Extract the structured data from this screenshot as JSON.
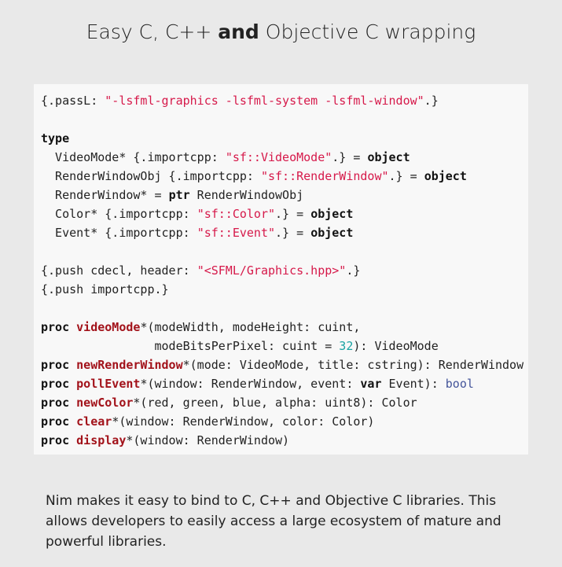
{
  "title": {
    "pre": "Easy C, C++ ",
    "bold": "and",
    "post": " Objective C wrapping"
  },
  "code_lines": [
    [
      [
        "p",
        "{.passL: "
      ],
      [
        "s",
        "\"-lsfml-graphics -lsfml-system -lsfml-window\""
      ],
      [
        "p",
        ".}"
      ]
    ],
    [],
    [
      [
        "k",
        "type"
      ]
    ],
    [
      [
        "p",
        "  VideoMode* {.importcpp: "
      ],
      [
        "s",
        "\"sf::VideoMode\""
      ],
      [
        "p",
        ".} = "
      ],
      [
        "k",
        "object"
      ]
    ],
    [
      [
        "p",
        "  RenderWindowObj {.importcpp: "
      ],
      [
        "s",
        "\"sf::RenderWindow\""
      ],
      [
        "p",
        ".} = "
      ],
      [
        "k",
        "object"
      ]
    ],
    [
      [
        "p",
        "  RenderWindow* = "
      ],
      [
        "k",
        "ptr"
      ],
      [
        "p",
        " RenderWindowObj"
      ]
    ],
    [
      [
        "p",
        "  Color* {.importcpp: "
      ],
      [
        "s",
        "\"sf::Color\""
      ],
      [
        "p",
        ".} = "
      ],
      [
        "k",
        "object"
      ]
    ],
    [
      [
        "p",
        "  Event* {.importcpp: "
      ],
      [
        "s",
        "\"sf::Event\""
      ],
      [
        "p",
        ".} = "
      ],
      [
        "k",
        "object"
      ]
    ],
    [],
    [
      [
        "p",
        "{.push cdecl, header: "
      ],
      [
        "s",
        "\"<SFML/Graphics.hpp>\""
      ],
      [
        "p",
        ".}"
      ]
    ],
    [
      [
        "p",
        "{.push importcpp.}"
      ]
    ],
    [],
    [
      [
        "k",
        "proc"
      ],
      [
        "p",
        " "
      ],
      [
        "f",
        "videoMode"
      ],
      [
        "p",
        "*(modeWidth, modeHeight: cuint,"
      ]
    ],
    [
      [
        "p",
        "                modeBitsPerPixel: cuint = "
      ],
      [
        "n",
        "32"
      ],
      [
        "p",
        "): VideoMode"
      ]
    ],
    [
      [
        "k",
        "proc"
      ],
      [
        "p",
        " "
      ],
      [
        "f",
        "newRenderWindow"
      ],
      [
        "p",
        "*(mode: VideoMode, title: cstring): RenderWindow"
      ]
    ],
    [
      [
        "k",
        "proc"
      ],
      [
        "p",
        " "
      ],
      [
        "f",
        "pollEvent"
      ],
      [
        "p",
        "*(window: RenderWindow, event: "
      ],
      [
        "k",
        "var"
      ],
      [
        "p",
        " Event): "
      ],
      [
        "t",
        "bool"
      ]
    ],
    [
      [
        "k",
        "proc"
      ],
      [
        "p",
        " "
      ],
      [
        "f",
        "newColor"
      ],
      [
        "p",
        "*(red, green, blue, alpha: uint8): Color"
      ]
    ],
    [
      [
        "k",
        "proc"
      ],
      [
        "p",
        " "
      ],
      [
        "f",
        "clear"
      ],
      [
        "p",
        "*(window: RenderWindow, color: Color)"
      ]
    ],
    [
      [
        "k",
        "proc"
      ],
      [
        "p",
        " "
      ],
      [
        "f",
        "display"
      ],
      [
        "p",
        "*(window: RenderWindow)"
      ]
    ]
  ],
  "description": "Nim makes it easy to bind to C, C++ and Objective C libraries. This allows developers to easily access a large ecosystem of mature and powerful libraries.",
  "colors": {
    "string": "#d6194a",
    "function": "#a2121a",
    "number": "#1aa3a3",
    "type": "#44559a",
    "background": "#e9e9e9",
    "code_background": "#f8f8f8"
  }
}
